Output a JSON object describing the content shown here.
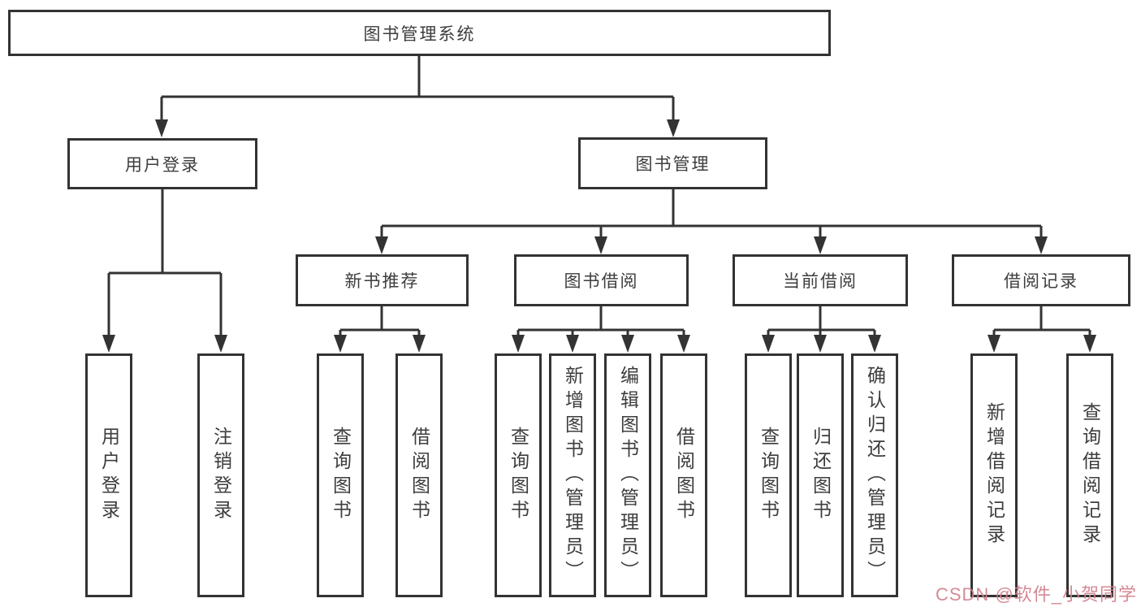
{
  "tree": {
    "root": {
      "label": "图书管理系统"
    },
    "user_login": {
      "label": "用户登录",
      "children": [
        "用户登录",
        "注销登录"
      ]
    },
    "book_mgmt": {
      "label": "图书管理"
    },
    "new_books": {
      "label": "新书推荐",
      "children": [
        "查询图书",
        "借阅图书"
      ]
    },
    "book_borrow": {
      "label": "图书借阅",
      "children": [
        "查询图书",
        "新增图书（管理员）",
        "编辑图书（管理员）",
        "借阅图书"
      ]
    },
    "current_borrow": {
      "label": "当前借阅",
      "children": [
        "查询图书",
        "归还图书",
        "确认归还（管理员）"
      ]
    },
    "borrow_records": {
      "label": "借阅记录",
      "children": [
        "新增借阅记录",
        "查询借阅记录"
      ]
    }
  },
  "watermark": {
    "text": "CSDN @软件_小贺同学"
  },
  "colors": {
    "line": "#333333",
    "box_border": "#333333",
    "text": "#3d3d3d",
    "watermark": "#d2808d",
    "background": "#ffffff"
  }
}
